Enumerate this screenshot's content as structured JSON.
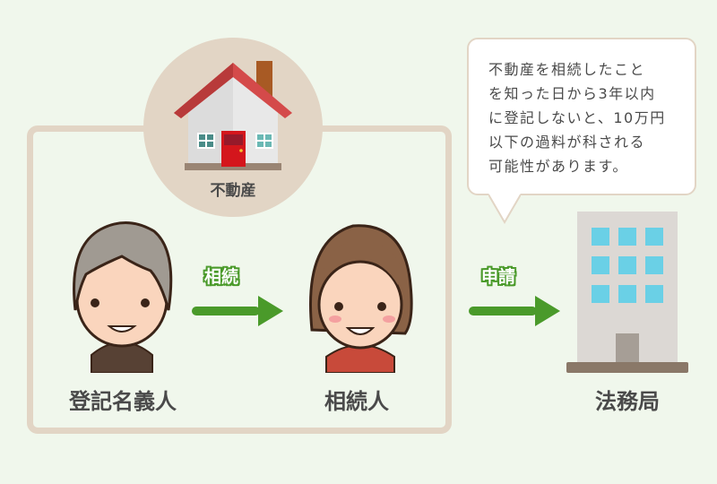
{
  "diagram": {
    "property": {
      "label": "不動産",
      "icon": "house-icon"
    },
    "registered_owner": {
      "label": "登記名義人",
      "icon": "elderly-man-icon"
    },
    "heir": {
      "label": "相続人",
      "icon": "woman-icon"
    },
    "legal_bureau": {
      "label": "法務局",
      "icon": "office-building-icon"
    },
    "arrow_inherit": {
      "label": "相続"
    },
    "arrow_apply": {
      "label": "申請"
    },
    "callout": {
      "lines": [
        "不動産を相続したこと",
        "を知った日から3年以内",
        "に登記しないと、10万円",
        "以下の過料が科される",
        "可能性があります。"
      ]
    }
  },
  "colors": {
    "background": "#f0f7ec",
    "frame": "#e2d5c5",
    "arrow": "#4a9a2a",
    "text": "#4a4a4a",
    "roof": "#d44a4a",
    "door": "#d4161c",
    "window_blue": "#6ad0e6"
  }
}
